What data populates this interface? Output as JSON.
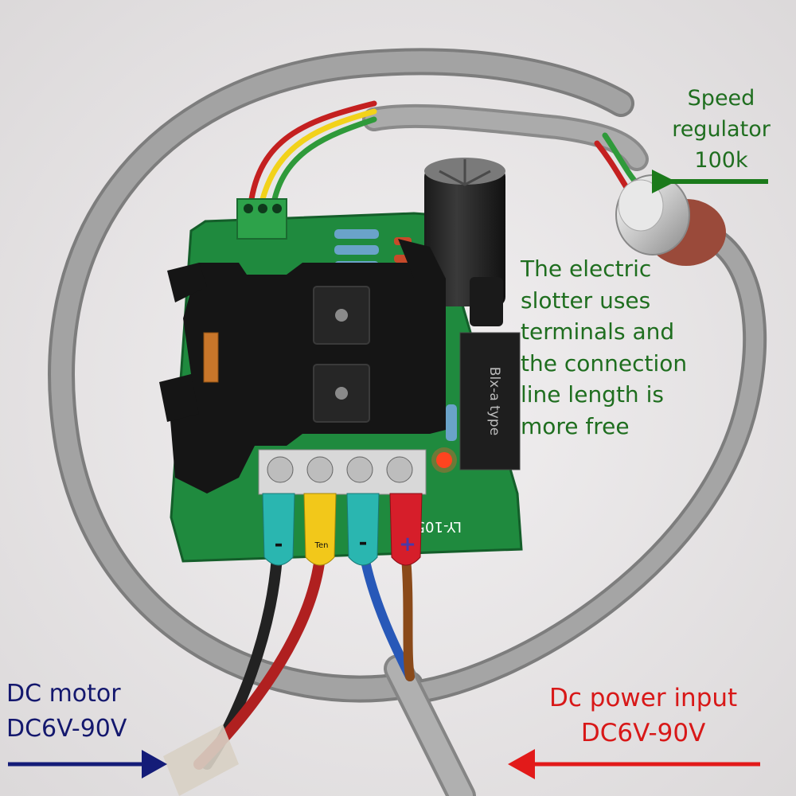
{
  "labels": {
    "speed_regulator": [
      "Speed",
      "regulator",
      "100k"
    ],
    "description": "The electric slotter uses terminals and the connection line length is more free",
    "relay_marking": "Blx-a type",
    "dc_motor": [
      "DC motor",
      "DC6V-90V"
    ],
    "dc_power_input": [
      "Dc power input",
      "DC6V-90V"
    ]
  },
  "terminal_marks": [
    "-",
    "Ten",
    "-",
    "+"
  ],
  "board_marking": "LY-105",
  "colors": {
    "green_label": "#1f6e1f",
    "motor_label": "#14186e",
    "power_label": "#d81818",
    "board": "#1f8a3e",
    "cable": "#9a9a9a"
  },
  "icons": [
    "arrow-left-icon",
    "arrow-right-icon",
    "potentiometer-knob",
    "capacitor",
    "heatsink",
    "led"
  ]
}
